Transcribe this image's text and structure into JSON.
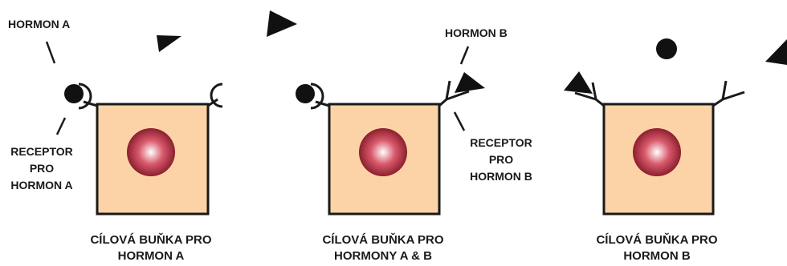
{
  "labels": {
    "hormone_a": "HORMON A",
    "hormone_b": "HORMON B",
    "receptor_a_line1": "RECEPTOR",
    "receptor_a_line2": "PRO",
    "receptor_a_line3": "HORMON A",
    "receptor_b_line1": "RECEPTOR",
    "receptor_b_line2": "PRO",
    "receptor_b_line3": "HORMON B"
  },
  "captions": [
    {
      "line1": "CÍLOVÁ BUŇKA PRO",
      "line2": "HORMON A"
    },
    {
      "line1": "CÍLOVÁ BUŇKA PRO",
      "line2": "HORMONY A & B"
    },
    {
      "line1": "CÍLOVÁ BUŇKA PRO",
      "line2": "HORMON B"
    }
  ],
  "colors": {
    "cell_fill": "#fbd3a6",
    "outline": "#1a1a1a",
    "nucleus_center": "#ffffff",
    "nucleus_mid": "#d95a6c",
    "nucleus_edge": "#8c1f2e"
  }
}
